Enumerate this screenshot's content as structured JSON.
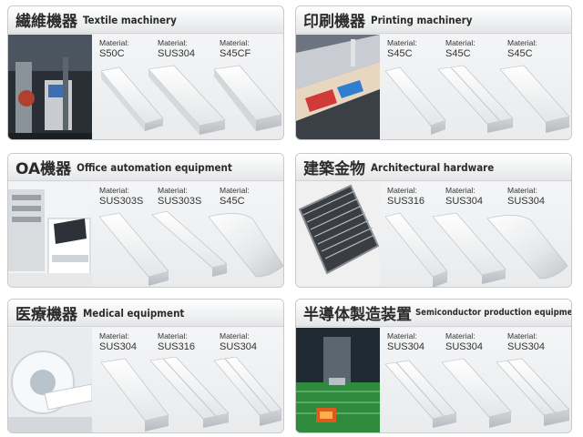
{
  "panels": [
    {
      "jp": "繊維機器",
      "en": "Textile machinery",
      "label": "Material:",
      "materials": [
        "S50C",
        "SUS304",
        "S45CF"
      ]
    },
    {
      "jp": "印刷機器",
      "en": "Printing machinery",
      "label": "Material:",
      "materials": [
        "S45C",
        "S45C",
        "S45C"
      ]
    },
    {
      "jp": "OA機器",
      "en": "Office automation equipment",
      "label": "Material:",
      "materials": [
        "SUS303S",
        "SUS303S",
        "S45C"
      ]
    },
    {
      "jp": "建築金物",
      "en": "Architectural hardware",
      "label": "Material:",
      "materials": [
        "SUS316",
        "SUS304",
        "SUS304"
      ]
    },
    {
      "jp": "医療機器",
      "en": "Medical equipment",
      "label": "Material:",
      "materials": [
        "SUS304",
        "SUS316",
        "SUS304"
      ]
    },
    {
      "jp": "半導体製造装置",
      "en": "Semiconductor production equipment",
      "label": "Material:",
      "materials": [
        "SUS304",
        "SUS304",
        "SUS304"
      ]
    }
  ]
}
